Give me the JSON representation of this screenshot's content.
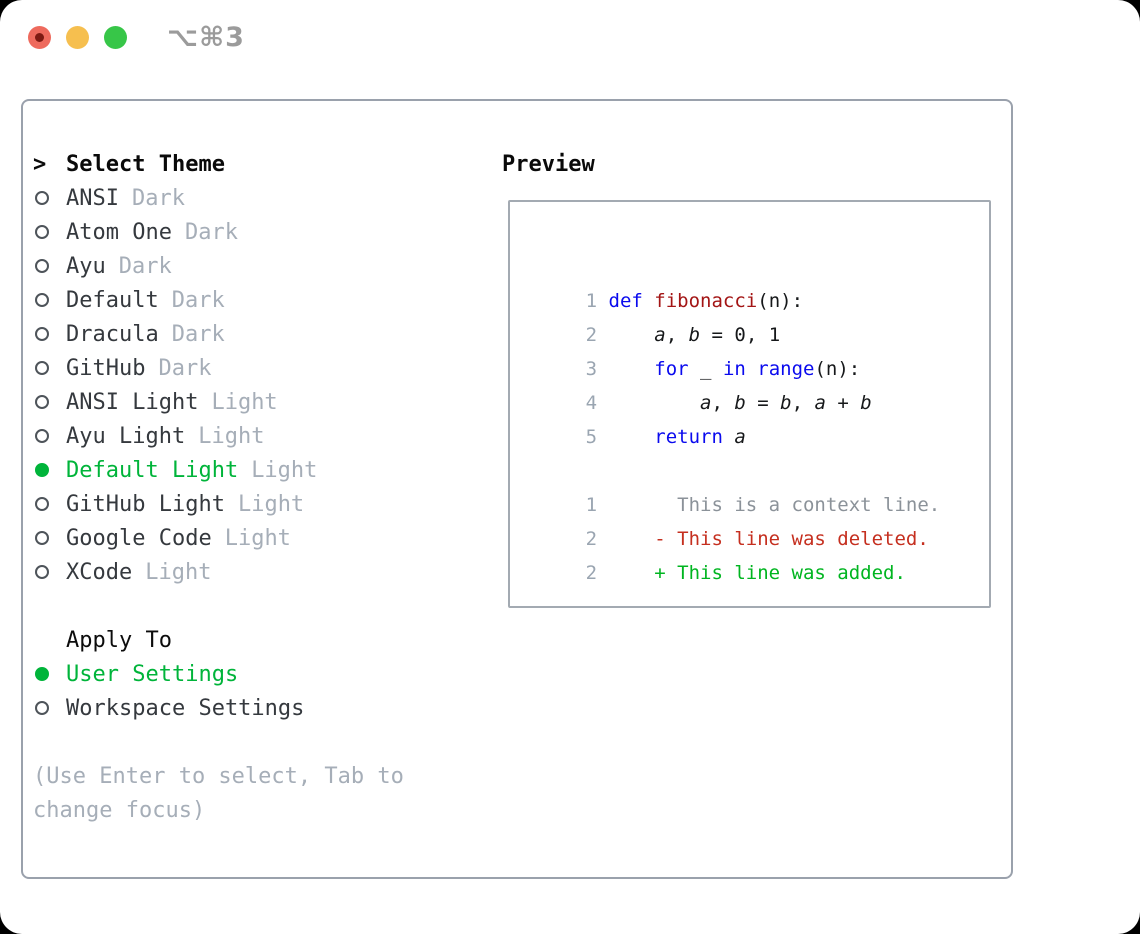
{
  "window": {
    "shortcut_label": "⌥⌘3"
  },
  "theme_panel": {
    "cursor": ">",
    "title": "Select Theme",
    "themes": [
      {
        "name": "ANSI",
        "variant": "Dark",
        "selected": false
      },
      {
        "name": "Atom One",
        "variant": "Dark",
        "selected": false
      },
      {
        "name": "Ayu",
        "variant": "Dark",
        "selected": false
      },
      {
        "name": "Default",
        "variant": "Dark",
        "selected": false
      },
      {
        "name": "Dracula",
        "variant": "Dark",
        "selected": false
      },
      {
        "name": "GitHub",
        "variant": "Dark",
        "selected": false
      },
      {
        "name": "ANSI Light",
        "variant": "Light",
        "selected": false
      },
      {
        "name": "Ayu Light",
        "variant": "Light",
        "selected": false
      },
      {
        "name": "Default Light",
        "variant": "Light",
        "selected": true
      },
      {
        "name": "GitHub Light",
        "variant": "Light",
        "selected": false
      },
      {
        "name": "Google Code",
        "variant": "Light",
        "selected": false
      },
      {
        "name": "XCode",
        "variant": "Light",
        "selected": false
      }
    ],
    "apply_to_title": "Apply To",
    "apply_options": [
      {
        "label": "User Settings",
        "selected": true
      },
      {
        "label": "Workspace Settings",
        "selected": false
      }
    ],
    "hint_line1": "(Use Enter to select, Tab to",
    "hint_line2": "change focus)"
  },
  "preview": {
    "title": "Preview",
    "code_lines": [
      {
        "num": "1",
        "tokens": [
          {
            "t": "def",
            "c": "kw"
          },
          {
            "t": " ",
            "c": "pl"
          },
          {
            "t": "fibonacci",
            "c": "fn"
          },
          {
            "t": "(n):",
            "c": "pl"
          }
        ]
      },
      {
        "num": "2",
        "tokens": [
          {
            "t": "    ",
            "c": "pl"
          },
          {
            "t": "a",
            "c": "va"
          },
          {
            "t": ", ",
            "c": "pl"
          },
          {
            "t": "b",
            "c": "va"
          },
          {
            "t": " = 0, 1",
            "c": "pl"
          }
        ]
      },
      {
        "num": "3",
        "tokens": [
          {
            "t": "    ",
            "c": "pl"
          },
          {
            "t": "for",
            "c": "kw"
          },
          {
            "t": " _ ",
            "c": "pl"
          },
          {
            "t": "in",
            "c": "kw"
          },
          {
            "t": " ",
            "c": "pl"
          },
          {
            "t": "range",
            "c": "kw"
          },
          {
            "t": "(n):",
            "c": "pl"
          }
        ]
      },
      {
        "num": "4",
        "tokens": [
          {
            "t": "        ",
            "c": "pl"
          },
          {
            "t": "a",
            "c": "va"
          },
          {
            "t": ", ",
            "c": "pl"
          },
          {
            "t": "b",
            "c": "va"
          },
          {
            "t": " = ",
            "c": "pl"
          },
          {
            "t": "b",
            "c": "va"
          },
          {
            "t": ", ",
            "c": "pl"
          },
          {
            "t": "a",
            "c": "va"
          },
          {
            "t": " + ",
            "c": "pl"
          },
          {
            "t": "b",
            "c": "va"
          }
        ]
      },
      {
        "num": "5",
        "tokens": [
          {
            "t": "    ",
            "c": "pl"
          },
          {
            "t": "return",
            "c": "kw"
          },
          {
            "t": " ",
            "c": "pl"
          },
          {
            "t": "a",
            "c": "va"
          }
        ]
      },
      {
        "num": "",
        "tokens": []
      },
      {
        "num": "1",
        "tokens": [
          {
            "t": "      This is a context line.",
            "c": "ctx"
          }
        ]
      },
      {
        "num": "2",
        "tokens": [
          {
            "t": "    - This line was deleted.",
            "c": "del"
          }
        ]
      },
      {
        "num": "2",
        "tokens": [
          {
            "t": "    + This line was added.",
            "c": "add"
          }
        ]
      }
    ]
  },
  "colors": {
    "selection_green": "#00b43a",
    "keyword_blue": "#0a0aee",
    "function_red": "#a31515",
    "diff_deleted_red": "#c52f1f",
    "diff_added_green": "#00b520",
    "muted_gray": "#a6aeb8",
    "traffic_red": "#ee6a5d",
    "traffic_yellow": "#f6bf4f",
    "traffic_green": "#37c648"
  }
}
